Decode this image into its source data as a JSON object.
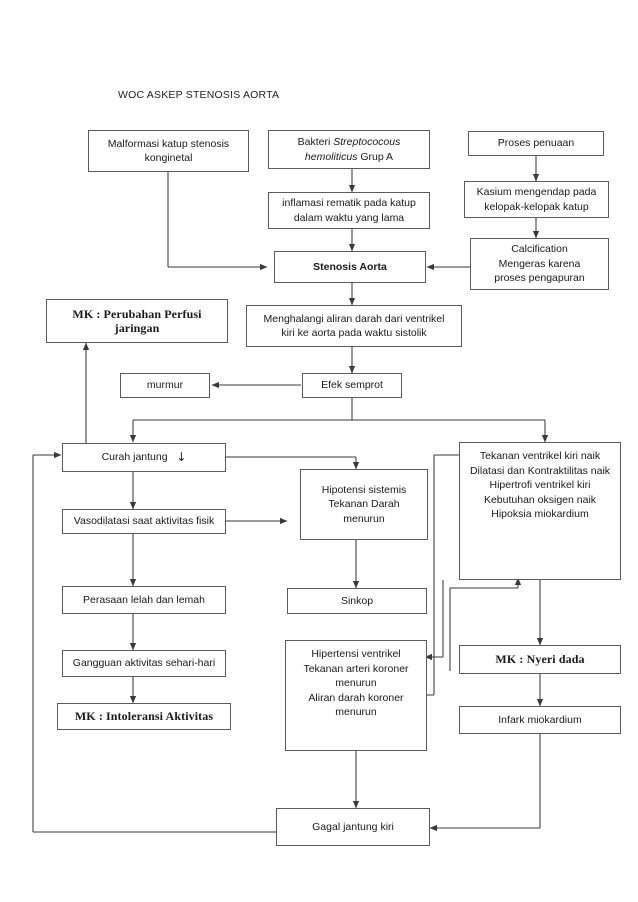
{
  "page": {
    "title": "WOC ASKEP STENOSIS AORTA",
    "background": "#ffffff",
    "stroke": "#3a3a3a",
    "box_border": "#5b5b5b",
    "text_color": "#1a1a1a"
  },
  "nodes": {
    "malformasi": {
      "label": "Malformasi katup stenosis konginetal"
    },
    "bakteri_a": {
      "label": "Bakteri "
    },
    "bakteri_b": {
      "label": "Streptococous hemoliticus"
    },
    "bakteri_c": {
      "label": " Grup A"
    },
    "penuaan": {
      "label": "Proses penuaan"
    },
    "inflamasi": {
      "label": "inflamasi rematik pada katup dalam waktu yang lama"
    },
    "kasium": {
      "label": "Kasium mengendap pada kelopak-kelopak katup"
    },
    "calcification": {
      "label": "Calcification Mengeras karena proses pengapuran"
    },
    "stenosis": {
      "label": "Stenosis Aorta"
    },
    "mk_perfusi": {
      "label": "MK : Perubahan Perfusi jaringan"
    },
    "menghalangi": {
      "label": "Menghalangi aliran darah dari ventrikel kiri ke aorta pada waktu sistolik"
    },
    "murmur": {
      "label": "murmur"
    },
    "efek": {
      "label": "Efek semprot"
    },
    "curah": {
      "label": "Curah jantung"
    },
    "curah_arrow": {
      "label": "↓"
    },
    "hipotensi": {
      "label": "Hipotensi sistemis Tekanan Darah menurun"
    },
    "tekanan_vent": {
      "label": "Tekanan ventrikel kiri naik Dilatasi dan Kontraktilitas naik Hipertrofi ventrikel kiri Kebutuhan oksigen naik Hipoksia miokardium"
    },
    "vasodilatasi": {
      "label": "Vasodilatasi saat aktivitas fisik"
    },
    "sinkop": {
      "label": "Sinkop"
    },
    "perasaan": {
      "label": "Perasaan lelah dan lemah"
    },
    "hipertensi": {
      "label": "Hipertensi ventrikel Tekanan arteri koroner menurun Aliran darah koroner menurun"
    },
    "mk_nyeri": {
      "label": "MK : Nyeri dada"
    },
    "gangguan": {
      "label": "Gangguan aktivitas sehari-hari"
    },
    "mk_intoleransi": {
      "label": "MK : Intoleransi Aktivitas"
    },
    "infark": {
      "label": "Infark miokardium"
    },
    "gagal": {
      "label": "Gagal jantung kiri"
    }
  },
  "node_lines": {
    "malformasi": [
      "Malformasi katup stenosis",
      "konginetal"
    ],
    "inflamasi": [
      "inflamasi rematik pada katup",
      "dalam waktu yang lama"
    ],
    "kasium": [
      "Kasium mengendap pada",
      "kelopak-kelopak katup"
    ],
    "calcification": [
      "Calcification",
      "Mengeras karena",
      "proses pengapuran"
    ],
    "mk_perfusi": [
      "MK : Perubahan Perfusi",
      "jaringan"
    ],
    "menghalangi": [
      "Menghalangi aliran darah dari ventrikel",
      "kiri ke aorta pada waktu sistolik"
    ],
    "hipotensi": [
      "Hipotensi sistemis",
      "Tekanan Darah",
      "menurun"
    ],
    "tekanan_vent": [
      "Tekanan ventrikel kiri naik",
      "Dilatasi dan Kontraktilitas naik",
      "Hipertrofi ventrikel kiri",
      "Kebutuhan oksigen naik",
      "Hipoksia miokardium"
    ],
    "hipertensi": [
      "Hipertensi ventrikel",
      "Tekanan arteri koroner",
      "menurun",
      "Aliran darah koroner",
      "menurun"
    ]
  },
  "chart_data": {
    "type": "diagram",
    "title": "WOC ASKEP STENOSIS AORTA",
    "edges": [
      {
        "from": "malformasi",
        "to": "stenosis"
      },
      {
        "from": "bakteri",
        "to": "inflamasi"
      },
      {
        "from": "inflamasi",
        "to": "stenosis"
      },
      {
        "from": "penuaan",
        "to": "kasium"
      },
      {
        "from": "kasium",
        "to": "calcification"
      },
      {
        "from": "calcification",
        "to": "stenosis"
      },
      {
        "from": "stenosis",
        "to": "menghalangi"
      },
      {
        "from": "menghalangi",
        "to": "efek"
      },
      {
        "from": "efek",
        "to": "murmur"
      },
      {
        "from": "efek",
        "to": "curah"
      },
      {
        "from": "efek",
        "to": "tekanan_vent"
      },
      {
        "from": "curah",
        "to": "mk_perfusi"
      },
      {
        "from": "curah",
        "to": "vasodilatasi"
      },
      {
        "from": "curah",
        "to": "hipotensi"
      },
      {
        "from": "vasodilatasi",
        "to": "hipotensi"
      },
      {
        "from": "vasodilatasi",
        "to": "perasaan"
      },
      {
        "from": "perasaan",
        "to": "gangguan"
      },
      {
        "from": "gangguan",
        "to": "mk_intoleransi"
      },
      {
        "from": "hipotensi",
        "to": "sinkop"
      },
      {
        "from": "tekanan_vent",
        "to": "mk_nyeri"
      },
      {
        "from": "mk_nyeri",
        "to": "infark"
      },
      {
        "from": "hipertensi",
        "to": "tekanan_vent"
      },
      {
        "from": "hipertensi",
        "to": "gagal"
      },
      {
        "from": "infark",
        "to": "gagal"
      },
      {
        "from": "gagal",
        "to": "curah"
      }
    ]
  }
}
